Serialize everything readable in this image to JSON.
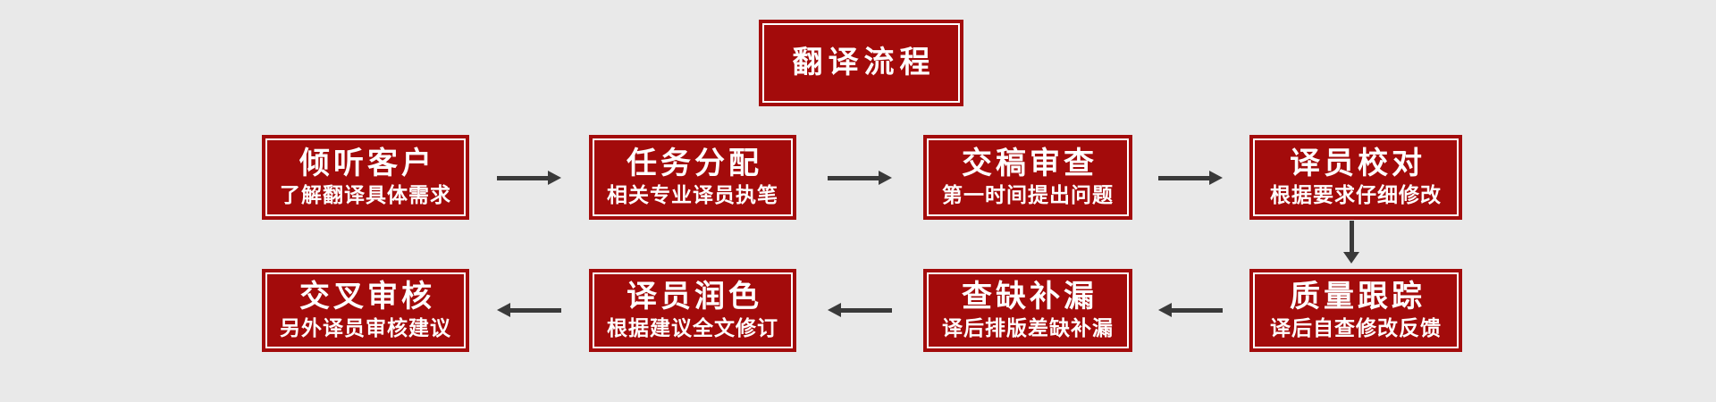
{
  "header": {
    "title": "翻译流程"
  },
  "flow": {
    "top_row": [
      {
        "title": "倾听客户",
        "subtitle": "了解翻译具体需求"
      },
      {
        "title": "任务分配",
        "subtitle": "相关专业译员执笔"
      },
      {
        "title": "交稿审查",
        "subtitle": "第一时间提出问题"
      },
      {
        "title": "译员校对",
        "subtitle": "根据要求仔细修改"
      }
    ],
    "bottom_row": [
      {
        "title": "交叉审核",
        "subtitle": "另外译员审核建议"
      },
      {
        "title": "译员润色",
        "subtitle": "根据建议全文修订"
      },
      {
        "title": "查缺补漏",
        "subtitle": "译后排版差缺补漏"
      },
      {
        "title": "质量跟踪",
        "subtitle": "译后自查修改反馈"
      }
    ]
  },
  "icons": {
    "right_arrow": "→",
    "left_arrow": "←",
    "down_arrow": "↓"
  },
  "colors": {
    "node_fill": "#a30b0b",
    "node_inner_border": "#ffffff",
    "arrow": "#3a3a3a",
    "canvas_background": "#e9e9e9",
    "text": "#ffffff"
  }
}
